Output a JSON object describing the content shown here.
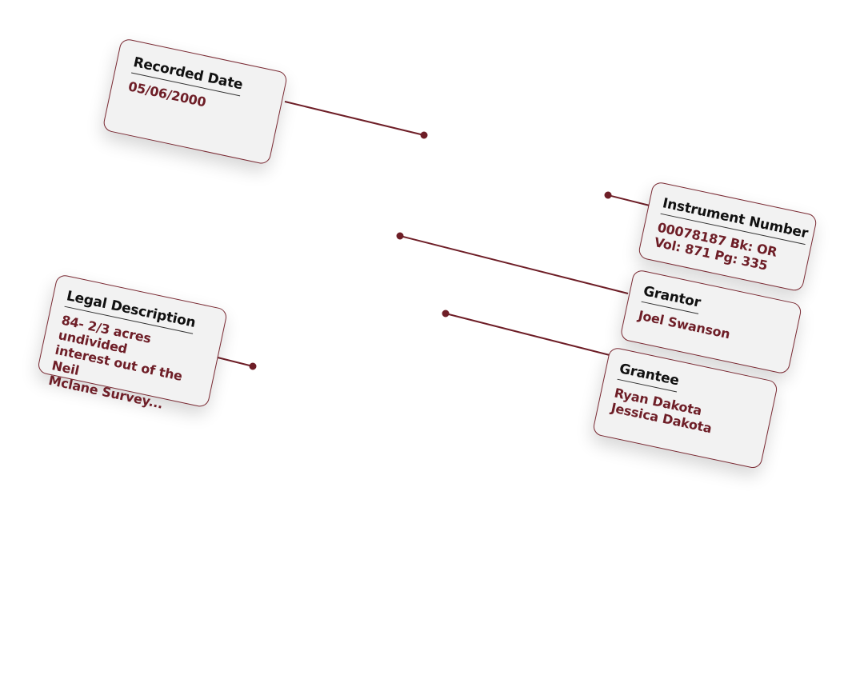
{
  "accent_color": "#6e1e27",
  "cards": {
    "recorded_date": {
      "label": "Recorded Date",
      "lines": [
        "05/06/2000"
      ]
    },
    "instrument_number": {
      "label": "Instrument Number",
      "lines": [
        "00078187 Bk: OR",
        "Vol: 871 Pg: 335"
      ]
    },
    "grantor": {
      "label": "Grantor",
      "lines": [
        "Joel Swanson"
      ]
    },
    "legal_description": {
      "label": "Legal Description",
      "lines": [
        "84- 2/3 acres undivided",
        "interest out of the Neil",
        "Mclane Survey..."
      ]
    },
    "grantee": {
      "label": "Grantee",
      "lines": [
        "Ryan Dakota",
        "Jessica Dakota"
      ]
    }
  }
}
